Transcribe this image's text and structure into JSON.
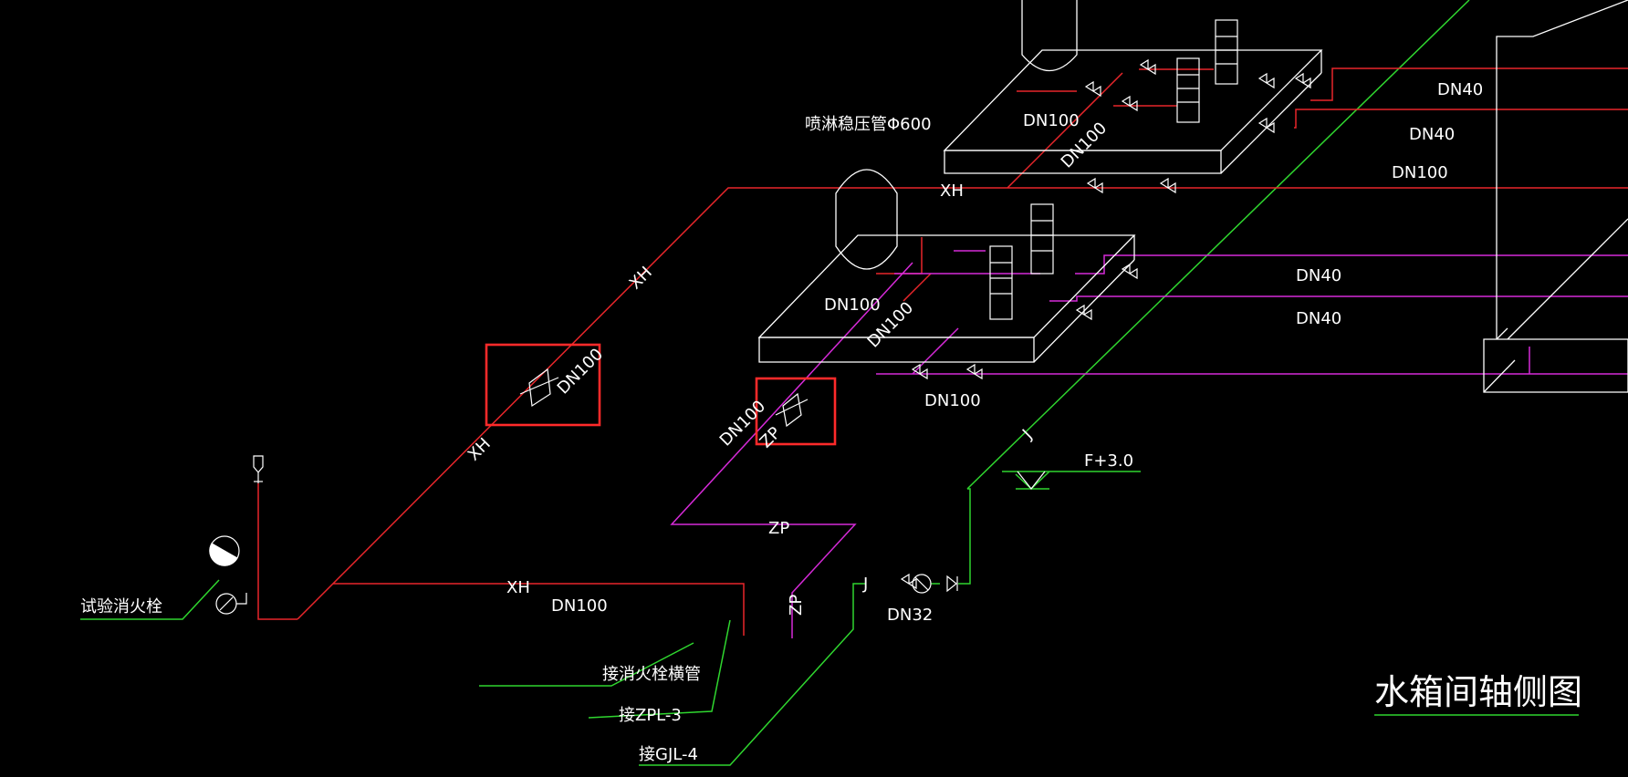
{
  "colors": {
    "background": "#000000",
    "fire_hydrant_pipe": "#e8262b",
    "sprinkler_pipe": "#d62ad8",
    "water_supply_pipe": "#2fd62f",
    "equipment": "#ffffff",
    "highlight_box": "#ff2a2a",
    "dimension_text": "#ffffff"
  },
  "labels": {
    "sprinkler_tank": "喷淋稳压管Φ600",
    "test_hydrant": "试验消火栓",
    "connect_hydrant_main": "接消火栓横管",
    "connect_zpl": "接ZPL-3",
    "connect_gjl": "接GJL-4",
    "title": "水箱间轴侧图",
    "elevation": "F+3.0",
    "xh": "XH",
    "zp": "ZP",
    "j": "J",
    "dn100": "DN100",
    "dn40": "DN40",
    "dn32": "DN32"
  }
}
